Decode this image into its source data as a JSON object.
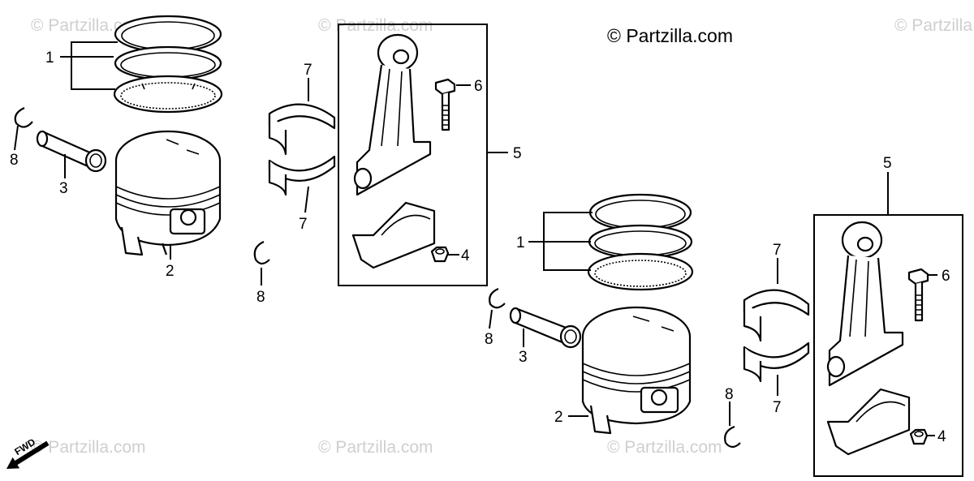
{
  "copyright": "© Partzilla.com",
  "watermark": "© Partzilla.com",
  "fwd_label": "FWD",
  "callouts": {
    "piston_ring": "1",
    "piston": "2",
    "piston_pin": "3",
    "nut": "4",
    "connecting_rod": "5",
    "bolt": "6",
    "bearing": "7",
    "clip": "8"
  },
  "colors": {
    "line": "#000000",
    "watermark": "#cfcfcf",
    "background": "#ffffff"
  }
}
